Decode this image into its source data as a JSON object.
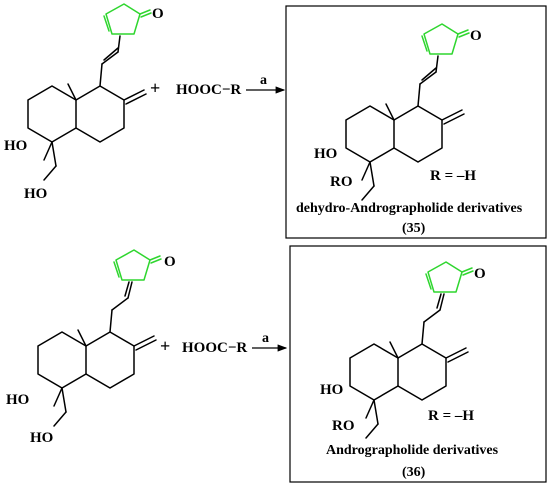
{
  "reactions": [
    {
      "plus": "+",
      "reagent": "HOOC−R",
      "condition": "a",
      "labels": {
        "ho_ring": "HO",
        "ho_chain": "HO",
        "o_carbonyl": "O"
      },
      "product": {
        "ro": "RO",
        "ho": "HO",
        "o_carbonyl": "O",
        "r_def": "R = –H",
        "name": "dehydro-Andrographolide derivatives",
        "number": "(35)"
      }
    },
    {
      "plus": "+",
      "reagent": "HOOC−R",
      "condition": "a",
      "labels": {
        "ho_ring": "HO",
        "ho_chain": "HO",
        "o_carbonyl": "O"
      },
      "product": {
        "ro": "RO",
        "ho": "HO",
        "o_carbonyl": "O",
        "r_def": "R = –H",
        "name": "Andrographolide derivatives",
        "number": "(36)"
      }
    }
  ],
  "colors": {
    "lactone": "#2fd62f",
    "ink": "#000000"
  }
}
